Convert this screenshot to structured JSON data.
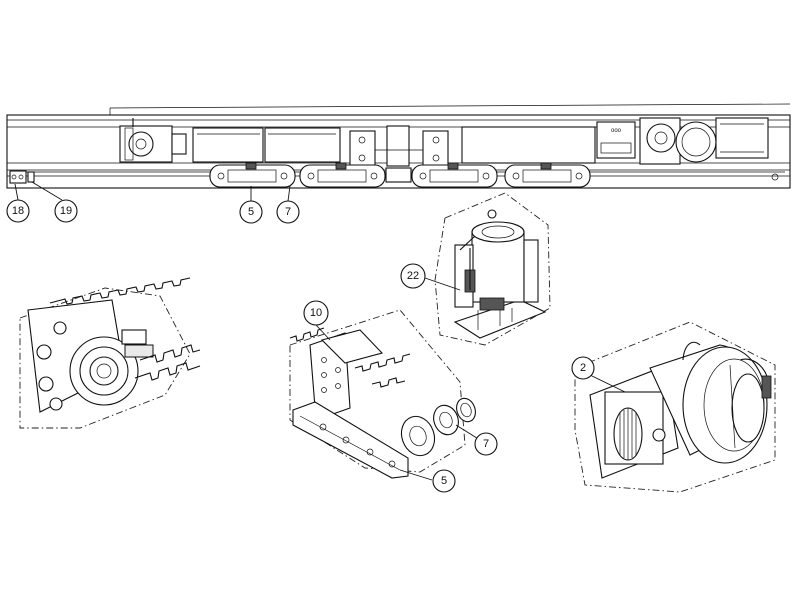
{
  "callouts": [
    {
      "id": "c18",
      "label": "18"
    },
    {
      "id": "c19",
      "label": "19"
    },
    {
      "id": "c5a",
      "label": "5"
    },
    {
      "id": "c7a",
      "label": "7"
    },
    {
      "id": "c22",
      "label": "22"
    },
    {
      "id": "c10",
      "label": "10"
    },
    {
      "id": "c2",
      "label": "2"
    },
    {
      "id": "c7b",
      "label": "7"
    },
    {
      "id": "c5b",
      "label": "5"
    }
  ],
  "panel": {
    "small_text": "ooo"
  }
}
